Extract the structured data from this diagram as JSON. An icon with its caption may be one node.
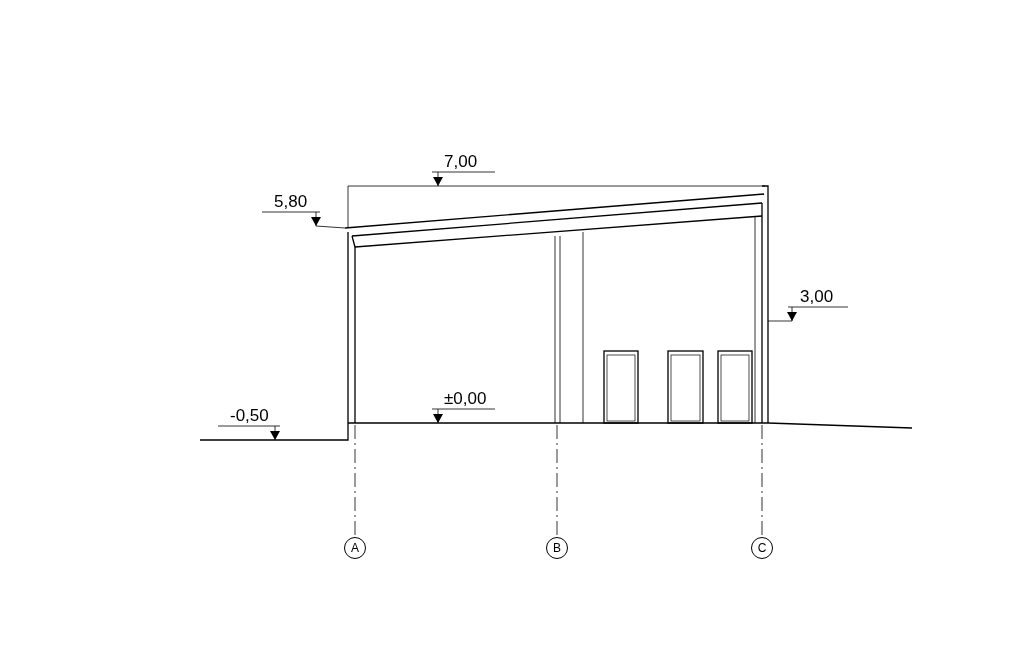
{
  "diagram": {
    "nodes": [
      {
        "text": [
          "A"
        ]
      },
      {
        "text": [
          "B"
        ]
      },
      {
        "text": [
          "C"
        ]
      }
    ],
    "edges": [],
    "labels": [
      "7,00",
      "5,80",
      "3,00",
      "±0,00",
      "-0,50"
    ]
  }
}
